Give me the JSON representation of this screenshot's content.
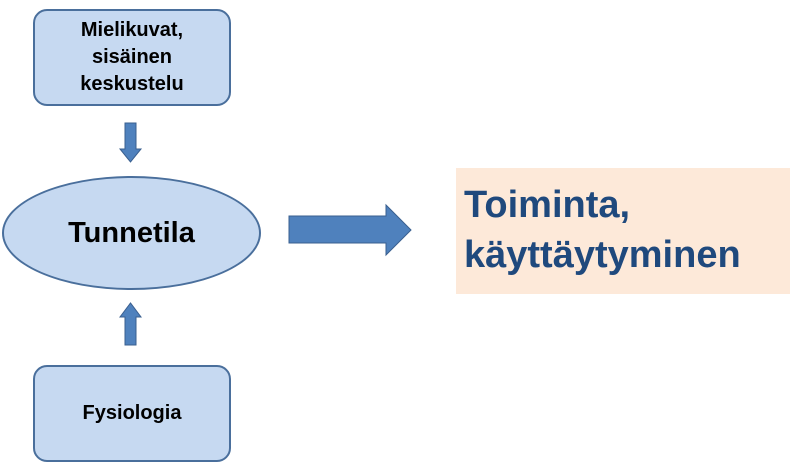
{
  "nodes": {
    "imagery": "Mielikuvat, sisäinen keskustelu",
    "emotion": "Tunnetila",
    "physiology": "Fysiologia",
    "action_line1": "Toiminta,",
    "action_line2": "käyttäytyminen"
  },
  "colors": {
    "node_fill": "#c6d9f1",
    "node_border": "#4a6f9c",
    "arrow": "#4f81bd",
    "result_fill": "#fde9d9",
    "result_text": "#1f497d"
  }
}
